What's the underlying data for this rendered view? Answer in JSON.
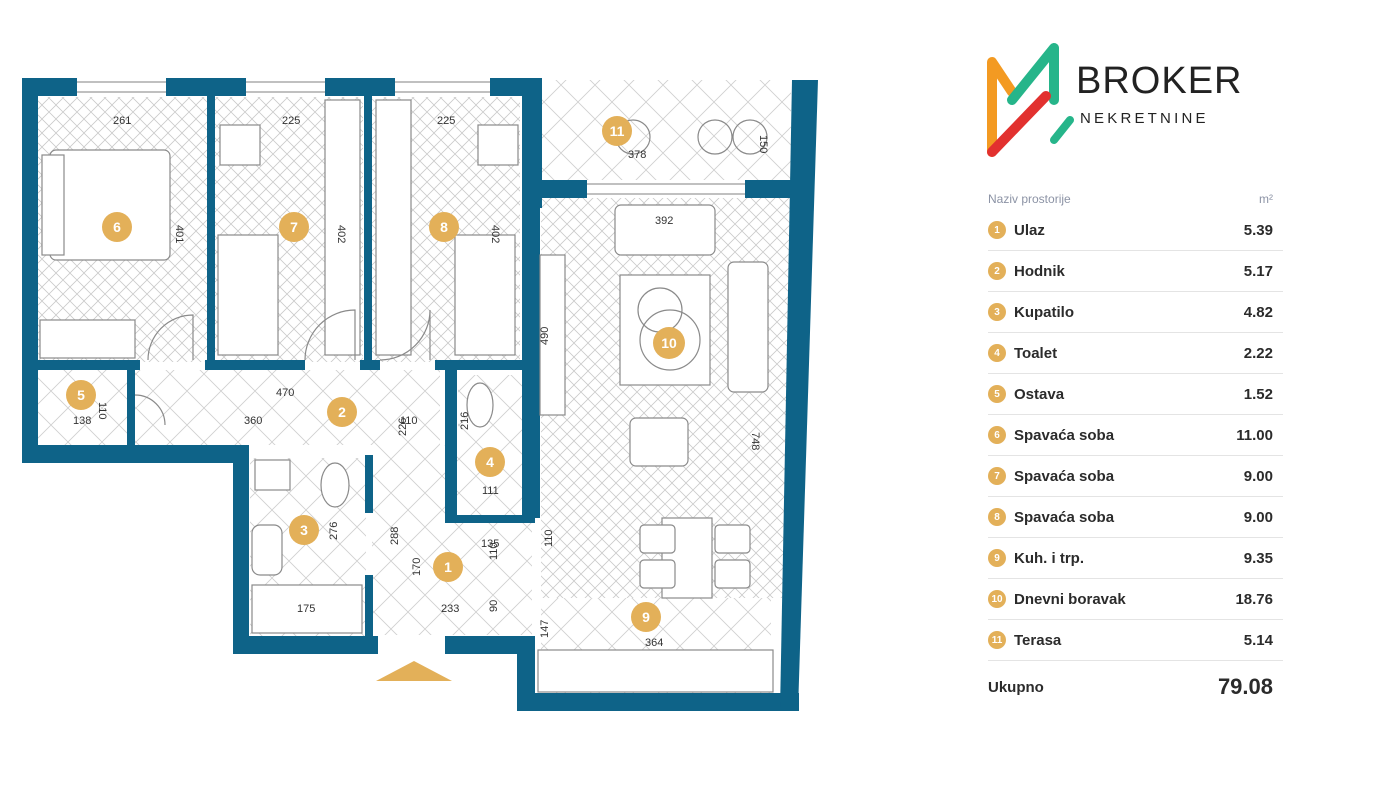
{
  "brand": {
    "name": "BROKER",
    "tagline": "NEKRETNINE",
    "colors": {
      "orange": "#f39a22",
      "green": "#26b58a",
      "red": "#e2312f",
      "dark": "#222222"
    }
  },
  "legend": {
    "header_name": "Naziv prostorije",
    "header_unit": "m²",
    "rooms": [
      {
        "num": "1",
        "name": "Ulaz",
        "area": "5.39"
      },
      {
        "num": "2",
        "name": "Hodnik",
        "area": "5.17"
      },
      {
        "num": "3",
        "name": "Kupatilo",
        "area": "4.82"
      },
      {
        "num": "4",
        "name": "Toalet",
        "area": "2.22"
      },
      {
        "num": "5",
        "name": "Ostava",
        "area": "1.52"
      },
      {
        "num": "6",
        "name": "Spavaća soba",
        "area": "11.00"
      },
      {
        "num": "7",
        "name": "Spavaća soba",
        "area": "9.00"
      },
      {
        "num": "8",
        "name": "Spavaća soba",
        "area": "9.00"
      },
      {
        "num": "9",
        "name": "Kuh. i trp.",
        "area": "9.35"
      },
      {
        "num": "10",
        "name": "Dnevni boravak",
        "area": "18.76"
      },
      {
        "num": "11",
        "name": "Terasa",
        "area": "5.14"
      }
    ],
    "total_label": "Ukupno",
    "total_value": "79.08"
  },
  "plan": {
    "wall_color": "#0e6388",
    "badge_color": "#e3b059",
    "badges": [
      "1",
      "2",
      "3",
      "4",
      "5",
      "6",
      "7",
      "8",
      "9",
      "10",
      "11"
    ],
    "dimensions": [
      "261",
      "225",
      "225",
      "378",
      "150",
      "392",
      "401",
      "402",
      "402",
      "490",
      "748",
      "470",
      "360",
      "110",
      "110",
      "138",
      "226",
      "216",
      "111",
      "276",
      "288",
      "135",
      "110",
      "170",
      "110",
      "175",
      "233",
      "90",
      "147",
      "364"
    ]
  }
}
